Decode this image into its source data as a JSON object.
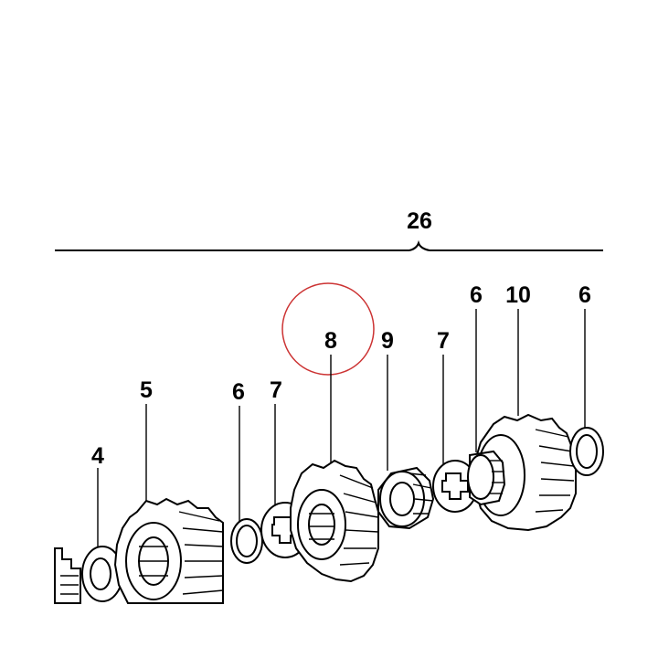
{
  "diagram": {
    "callouts": [
      {
        "id": "assembly",
        "text": "26"
      },
      {
        "id": "washer-left",
        "text": "4"
      },
      {
        "id": "gear-left",
        "text": "5"
      },
      {
        "id": "circlip-left",
        "text": "6"
      },
      {
        "id": "splined-washer-left",
        "text": "7"
      },
      {
        "id": "gear-center",
        "text": "8"
      },
      {
        "id": "needle-bearing",
        "text": "9"
      },
      {
        "id": "splined-washer-right",
        "text": "7"
      },
      {
        "id": "circlip-middle",
        "text": "6"
      },
      {
        "id": "gear-right",
        "text": "10"
      },
      {
        "id": "circlip-right",
        "text": "6"
      }
    ],
    "highlight_color": "#cc3333",
    "highlighted_callout": "8"
  }
}
